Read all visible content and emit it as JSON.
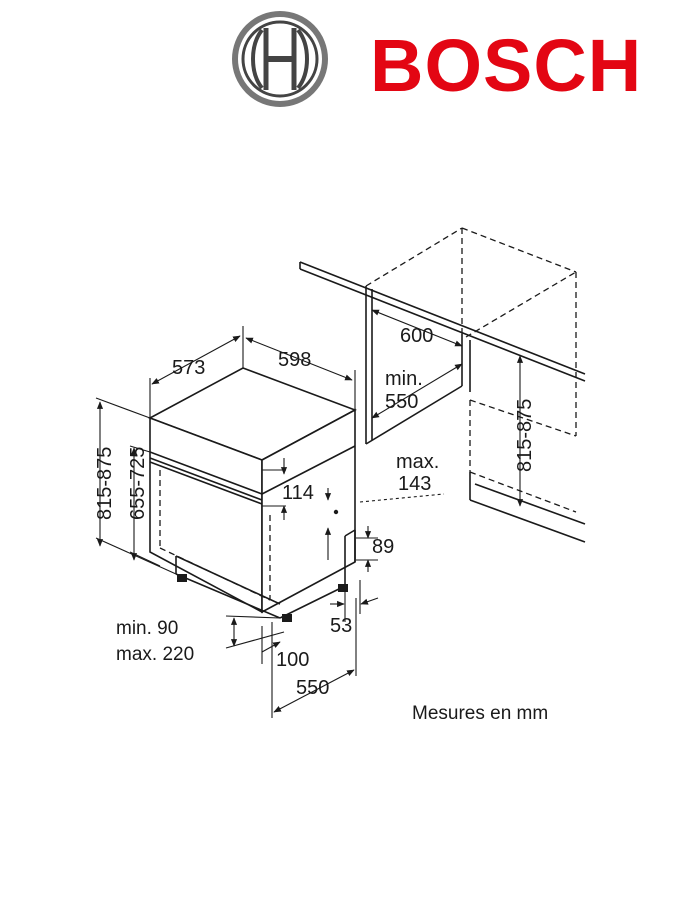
{
  "brand": {
    "logo_icon": "bosch-armature-icon",
    "name": "BOSCH",
    "color": "#e30613"
  },
  "diagram": {
    "depth_top": "573",
    "width_top": "598",
    "niche_width": "600",
    "niche_depth_min_label": "min.",
    "niche_depth_min_value": "550",
    "height_total_left": "815-875",
    "height_total_right": "815-875",
    "height_inner": "655-725",
    "panel_114": "114",
    "max_label": "max.",
    "max_value": "143",
    "dim_89": "89",
    "dim_53": "53",
    "plinth_min": "min. 90",
    "plinth_max": "max. 220",
    "dim_100": "100",
    "dim_550_bottom": "550",
    "units_note": "Mesures en mm"
  }
}
